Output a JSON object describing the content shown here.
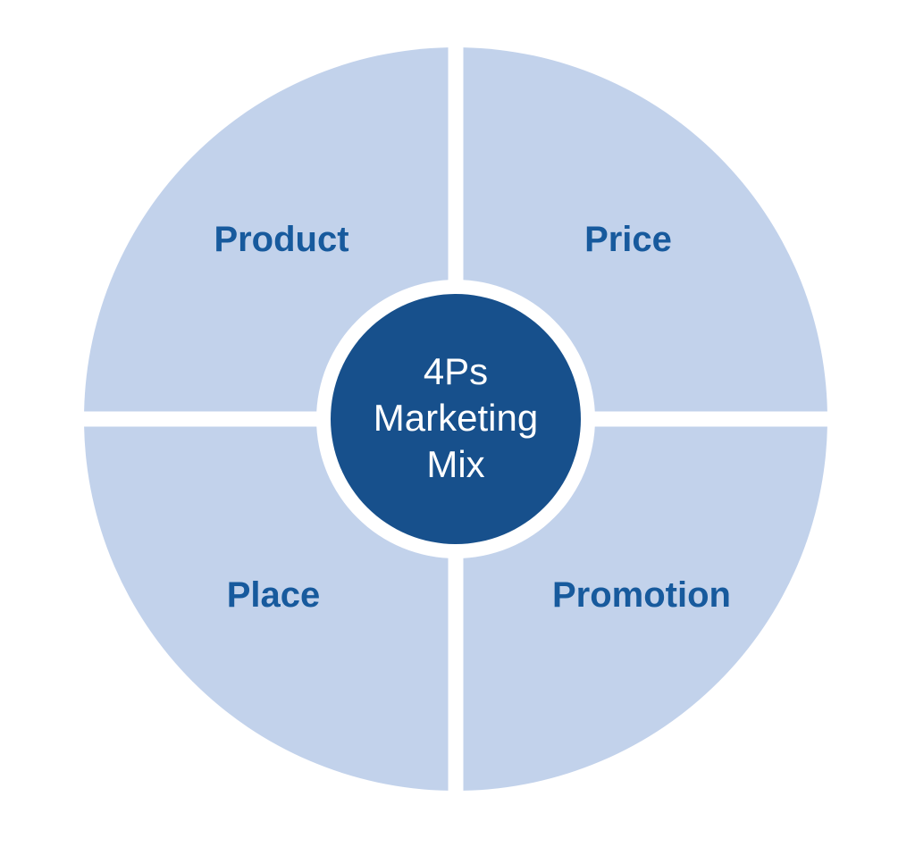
{
  "diagram": {
    "title": "4Ps Marketing Mix",
    "center": {
      "lines": [
        "4Ps",
        "Marketing",
        "Mix"
      ]
    },
    "quadrants": [
      {
        "label": "Product",
        "position": "top-left"
      },
      {
        "label": "Price",
        "position": "top-right"
      },
      {
        "label": "Place",
        "position": "bottom-left"
      },
      {
        "label": "Promotion",
        "position": "bottom-right"
      }
    ],
    "colors": {
      "quadrant_fill": "#c2d2eb",
      "center_fill": "#17508c",
      "label_text": "#175a9d",
      "center_text": "#ffffff",
      "ring": "#ffffff",
      "background": "#ffffff"
    }
  }
}
